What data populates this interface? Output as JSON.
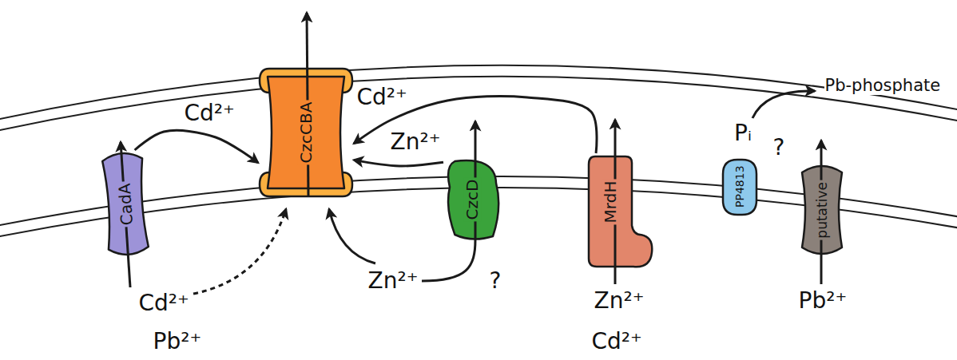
{
  "diagram": {
    "nodes": [
      {
        "text": [
          "CadA"
        ]
      },
      {
        "text": [
          "CzcCBA"
        ]
      },
      {
        "text": [
          "CzcD"
        ]
      },
      {
        "text": [
          "MrdH"
        ]
      },
      {
        "text": [
          "PP4813"
        ]
      },
      {
        "text": [
          "putative"
        ]
      }
    ],
    "edges": [
      {
        "from": 0,
        "to": 1,
        "arrow": "to",
        "label": "Cd²⁺"
      },
      {
        "from": 3,
        "to": 1,
        "arrow": "to",
        "label": "Cd²⁺"
      },
      {
        "from": 2,
        "to": 1,
        "arrow": "to",
        "label": "Zn²⁺"
      }
    ],
    "labels": [
      "Pb-phosphate",
      "Pᵢ",
      "?",
      "Cd²⁺",
      "Pb²⁺",
      "Zn²⁺",
      "?",
      "Zn²⁺",
      "Cd²⁺",
      "Pb²⁺"
    ]
  }
}
